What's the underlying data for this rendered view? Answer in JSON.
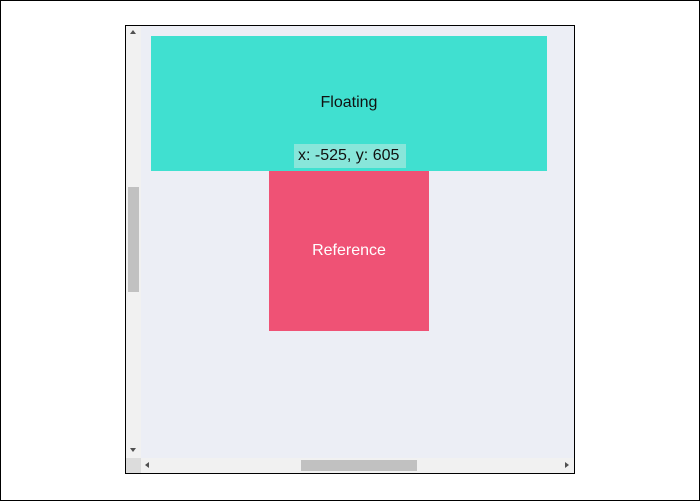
{
  "floating": {
    "label": "Floating",
    "coords": "x: -525, y: 605",
    "color": "#40e0d0"
  },
  "reference": {
    "label": "Reference",
    "color": "#ef5275"
  },
  "container": {
    "background": "#eceef5"
  },
  "scrollbars": {
    "vertical": {
      "icons": [
        "arrow-up-icon",
        "arrow-down-icon"
      ]
    },
    "horizontal": {
      "icons": [
        "arrow-left-icon",
        "arrow-right-icon"
      ]
    }
  }
}
